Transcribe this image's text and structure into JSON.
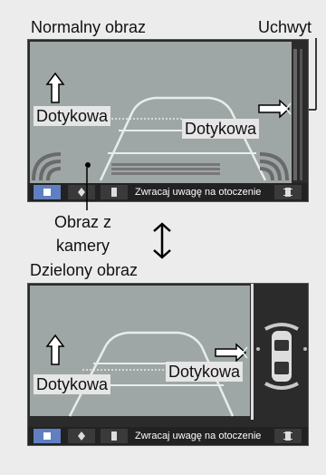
{
  "labels": {
    "normal_view": "Normalny obraz",
    "handle": "Uchwyt",
    "camera_image": "Obraz z\nkamery",
    "split_view": "Dzielony obraz"
  },
  "normal_screen": {
    "touch_left": "Dotykowa",
    "touch_right": "Dotykowa",
    "status_text": "Zwracaj uwagę na otoczenie"
  },
  "split_screen": {
    "touch_left": "Dotykowa",
    "touch_right": "Dotykowa",
    "status_text": "Zwracaj uwagę na otoczenie"
  },
  "icons": [
    "up-arrow-icon",
    "right-arrow-icon",
    "swap-vertical-icon",
    "car-top-view-icon",
    "parking-sensor-icon",
    "camera-mode-icon"
  ],
  "colors": {
    "camera_bg": "#9fa6a6",
    "screen_bg": "#2b2b2b",
    "active_button": "#5f7fc0"
  }
}
